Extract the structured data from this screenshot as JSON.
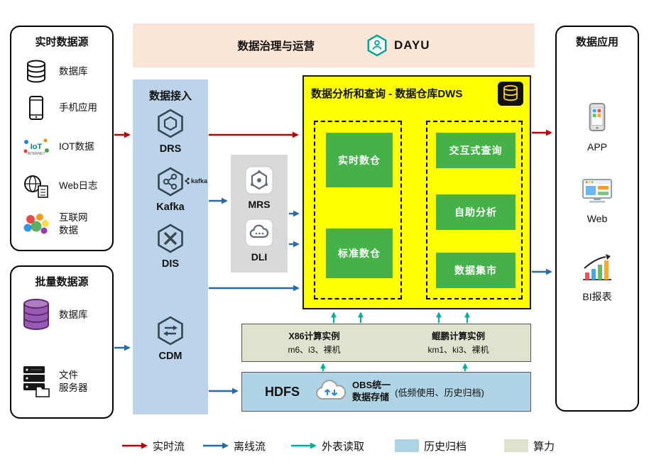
{
  "realtime_sources": {
    "title": "实时数据源",
    "items": [
      {
        "label": "数据库"
      },
      {
        "label": "手机应用"
      },
      {
        "label": "IOT数据"
      },
      {
        "label": "Web日志"
      },
      {
        "label": "互联网\n数据"
      }
    ]
  },
  "batch_sources": {
    "title": "批量数据源",
    "items": [
      {
        "label": "数据库"
      },
      {
        "label": "文件\n服务器"
      }
    ]
  },
  "governance": {
    "title": "数据治理与运营",
    "logo_text": "DAYU"
  },
  "ingestion": {
    "title": "数据接入",
    "items": [
      {
        "label": "DRS"
      },
      {
        "label": "Kafka",
        "badge": "kafka"
      },
      {
        "label": "DIS"
      },
      {
        "label": "CDM"
      }
    ]
  },
  "processing": {
    "items": [
      {
        "label": "MRS"
      },
      {
        "label": "DLI"
      }
    ]
  },
  "dws": {
    "title": "数据分析和查询 - 数据仓库DWS",
    "left_items": [
      {
        "label": "实时数仓"
      },
      {
        "label": "标准数仓"
      }
    ],
    "right_items": [
      {
        "label": "交互式查询"
      },
      {
        "label": "自助分析"
      },
      {
        "label": "数据集市"
      }
    ]
  },
  "applications": {
    "title": "数据应用",
    "items": [
      {
        "label": "APP"
      },
      {
        "label": "Web"
      },
      {
        "label": "BI报表"
      }
    ]
  },
  "compute_instances": {
    "x86": {
      "title": "X86计算实例",
      "spec": "m6、i3、裸机"
    },
    "kunpeng": {
      "title": "鲲鹏计算实例",
      "spec": "km1、ki3、裸机"
    }
  },
  "storage": {
    "hdfs_label": "HDFS",
    "obs_label": "OBS统一\n数据存储",
    "obs_note": "(低频使用、历史归档)"
  },
  "legend": {
    "realtime": "实时流",
    "offline": "离线流",
    "external_read": "外表读取",
    "archive": "历史归档",
    "compute": "算力"
  },
  "colors": {
    "realtime_flow": "#c00000",
    "offline_flow": "#2669ad",
    "external_read": "#00b09b",
    "archive_fill": "#aed4e6",
    "compute_fill": "#dde3cd",
    "dws_fill": "#ffff00",
    "green_box": "#45b249",
    "ingestion_fill": "#bcd4ea",
    "processing_fill": "#d9d9d9",
    "banner_fill": "#fbe5d6"
  }
}
